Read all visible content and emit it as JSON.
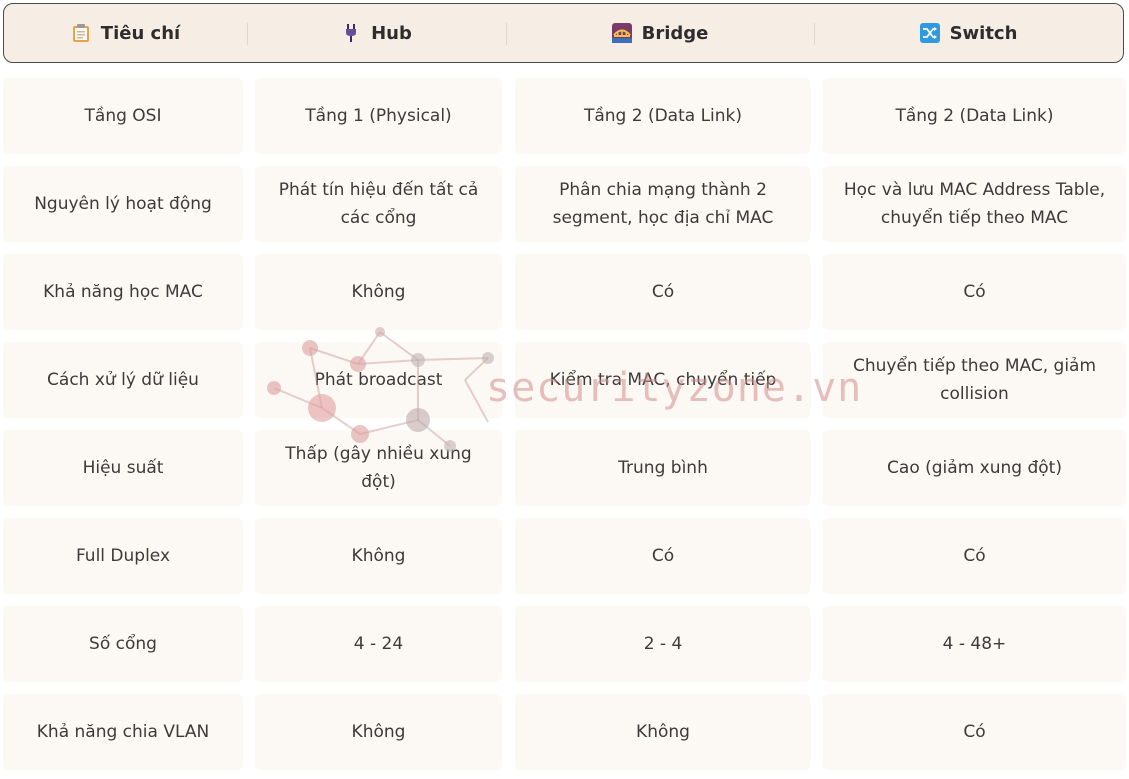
{
  "header": {
    "columns": [
      {
        "label": "Tiêu chí",
        "icon": "clipboard-icon"
      },
      {
        "label": "Hub",
        "icon": "plug-icon"
      },
      {
        "label": "Bridge",
        "icon": "bridge-icon"
      },
      {
        "label": "Switch",
        "icon": "shuffle-icon"
      }
    ]
  },
  "rows": [
    {
      "criterion": "Tầng OSI",
      "hub": "Tầng 1 (Physical)",
      "bridge": "Tầng 2 (Data Link)",
      "switch": "Tầng 2 (Data Link)"
    },
    {
      "criterion": "Nguyên lý hoạt động",
      "hub": "Phát tín hiệu đến tất cả các cổng",
      "bridge": "Phân chia mạng thành 2 segment, học địa chỉ MAC",
      "switch": "Học và lưu MAC Address Table, chuyển tiếp theo MAC"
    },
    {
      "criterion": "Khả năng học MAC",
      "hub": "Không",
      "bridge": "Có",
      "switch": "Có"
    },
    {
      "criterion": "Cách xử lý dữ liệu",
      "hub": "Phát broadcast",
      "bridge": "Kiểm tra MAC, chuyển tiếp",
      "switch": "Chuyển tiếp theo MAC, giảm collision"
    },
    {
      "criterion": "Hiệu suất",
      "hub": "Thấp (gây nhiều xung đột)",
      "bridge": "Trung bình",
      "switch": "Cao (giảm xung đột)"
    },
    {
      "criterion": "Full Duplex",
      "hub": "Không",
      "bridge": "Có",
      "switch": "Có"
    },
    {
      "criterion": "Số cổng",
      "hub": "4 - 24",
      "bridge": "2 - 4",
      "switch": "4 - 48+"
    },
    {
      "criterion": "Khả năng chia VLAN",
      "hub": "Không",
      "bridge": "Không",
      "switch": "Có"
    }
  ],
  "watermark": "securityzone.vn",
  "colors": {
    "header_bg": "#f6eee5",
    "cell_bg": "#fcf8f3",
    "watermark": "#d28c8c"
  }
}
